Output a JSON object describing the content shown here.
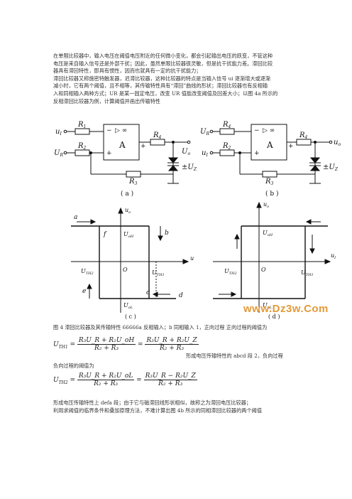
{
  "intro_lines": [
    "在单限比较器中，输入电压在阈值电压附近的任何微小变化，都会引起输出电压的跃变，不管这种",
    "电压是来自输入信号还是外部干扰；因此，虽然单限比较器很灵敏，但是抗干扰能力差。滞回比较",
    "器具有滞回特性，即具有惯性，因而也就具有一定的抗干扰能力；",
    "滞回比较器又称施密特触发器，迟滞比较器，这种比较器的特点是当输入信号 ui 逐渐增大或逐渐",
    "减小时，它有两个阈值，且不相等，其传输特性具有“滞回”曲线的形状；滞回比较器也有反相输",
    "入和同相输入两种方式；UR 是某一固定电压，改变 UR 值能改变阈值及回差大小；以图 4a 所示的",
    "反相滞回比较器为例，计算阈值并画出传输特性"
  ],
  "circuit_a": {
    "input_label": "u",
    "input_sub": "I",
    "ref_label": "U",
    "ref_sub": "R",
    "r1": "R",
    "r1_sub": "1",
    "r2": "R",
    "r2_sub": "2",
    "r3": "R",
    "r3_sub": "3",
    "r4": "R",
    "r4_sub": "4",
    "amp": "A",
    "inf": "▷ ∞",
    "minus": "−",
    "plus": "+",
    "out_plus": "+",
    "out_label": "U",
    "out_sub": "o",
    "uz_label": "±U",
    "uz_sub": "Z",
    "caption": "( a )"
  },
  "circuit_b": {
    "ref_label": "U",
    "ref_sub": "R",
    "input_label": "u",
    "input_sub": "I",
    "r2": "R",
    "r2_sub": "2",
    "r3": "R",
    "r3_sub": "3",
    "r4": "R",
    "r4_sub": "4",
    "amp": "A",
    "inf": "▷ ∞",
    "minus": "−",
    "plus": "+",
    "out_plus": "+",
    "out_label": "u",
    "out_sub": "o",
    "uz_label": "±U",
    "uz_sub": "Z",
    "caption": "( b )"
  },
  "graph_c": {
    "yaxis": "u",
    "yaxis_sub": "o",
    "xaxis": "u",
    "uoh": "U",
    "uoh_sub": "oH",
    "uol": "U",
    "uol_sub": "oL",
    "th2": "U",
    "th2_sub": "TH2",
    "th1": "U",
    "th1_sub": "TH1",
    "origin": "O",
    "a": "a",
    "b": "b",
    "c": "c",
    "d": "d",
    "e": "e",
    "f": "f",
    "caption": "( c )"
  },
  "graph_d": {
    "yaxis": "u",
    "yaxis_sub": "o",
    "xaxis": "u",
    "xaxis_sub": "I",
    "uoh": "U",
    "uoh_sub": "oH",
    "uol": "U",
    "uol_sub": "oL",
    "th2": "U",
    "th2_sub": "TH2",
    "th1": "U",
    "th1_sub": "TH1",
    "origin": "O",
    "caption": "( d )"
  },
  "watermark": "www.Dz3w.Com",
  "figure_caption": "图 4 滞回比较器及其传输特性 66666a 反相输入；b 同相输入 1，正向过程 正向过程的阈值为",
  "formula1": {
    "lhs": "U",
    "lhs_sub": "TH1",
    "num1": "R₃U_R + R₂U_oH",
    "den1": "R₂ + R₃",
    "num2": "R₃U_R + R₂U_Z",
    "den2": "R₂ + R₃"
  },
  "formula1_tail": "形成电压传输特性的 abcd 段 2，负向过程",
  "negative_line": "负向过程的阈值为",
  "formula2": {
    "lhs": "U",
    "lhs_sub": "TH2",
    "num1": "R₃U_R + R₂U_oL",
    "den1": "R₂ + R₃",
    "num2": "R₃U_R − R₂U_Z",
    "den2": "R₂ + R₃"
  },
  "outro_lines": [
    "形成电压传输特性上 defa 段；由于它与磁滞回线形状相似，故称之为滞回电压比较器；",
    "利用求阈值的临界条件和叠加原理方法，不难计算出图 4b 所示的同相滞回比较器的两个阈值"
  ]
}
